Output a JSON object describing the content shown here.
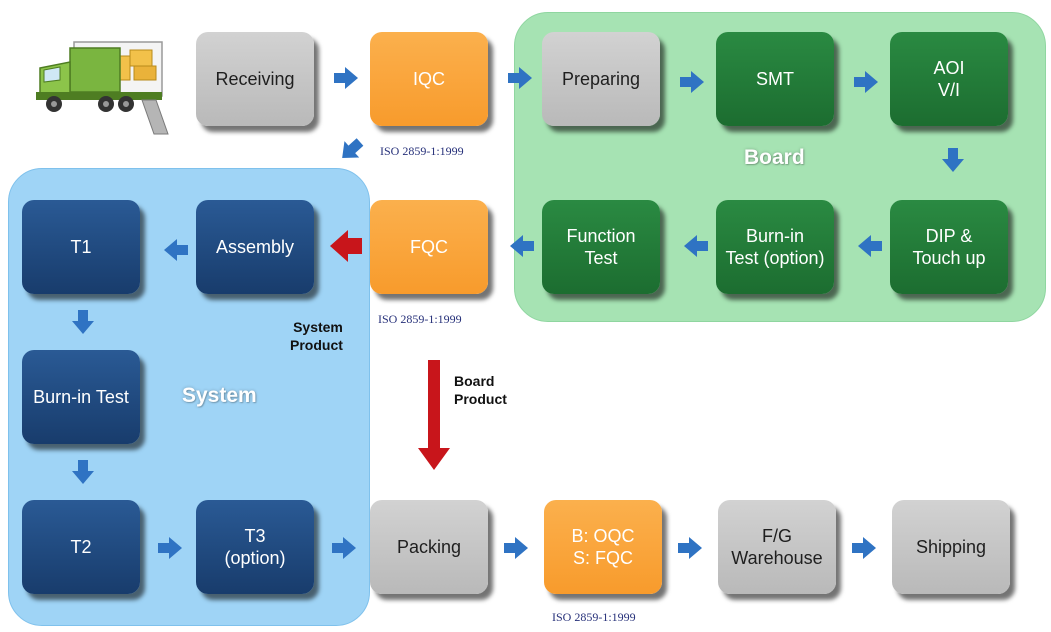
{
  "regions": {
    "board_label": "Board",
    "system_label": "System"
  },
  "steps": {
    "receiving": "Receiving",
    "iqc": "IQC",
    "preparing": "Preparing",
    "smt": "SMT",
    "aoi": "AOI\nV/I",
    "dip": "DIP &\nTouch up",
    "burn_in_option": "Burn-in\nTest (option)",
    "function_test": "Function\nTest",
    "fqc": "FQC",
    "assembly": "Assembly",
    "t1": "T1",
    "burn_in_test": "Burn-in Test",
    "t2": "T2",
    "t3": "T3\n(option)",
    "packing": "Packing",
    "oqc_fqc": "B: OQC\nS: FQC",
    "warehouse": "F/G\nWarehouse",
    "shipping": "Shipping"
  },
  "iso": {
    "iqc": "ISO 2859-1:1999",
    "fqc": "ISO 2859-1:1999",
    "oqc": "ISO 2859-1:1999"
  },
  "notes": {
    "system_product": "System\nProduct",
    "board_product": "Board\nProduct"
  },
  "colors": {
    "flow_arrow": "#2f73c3",
    "product_arrow": "#c8151b",
    "board_region": "#a6e3b3",
    "system_region": "#9fd4f6",
    "gray_step": "#c4c4c4",
    "orange_step": "#f9a53b",
    "green_step": "#237b3a",
    "navy_step": "#204b80"
  },
  "icons": {
    "truck": "delivery-truck-icon"
  }
}
